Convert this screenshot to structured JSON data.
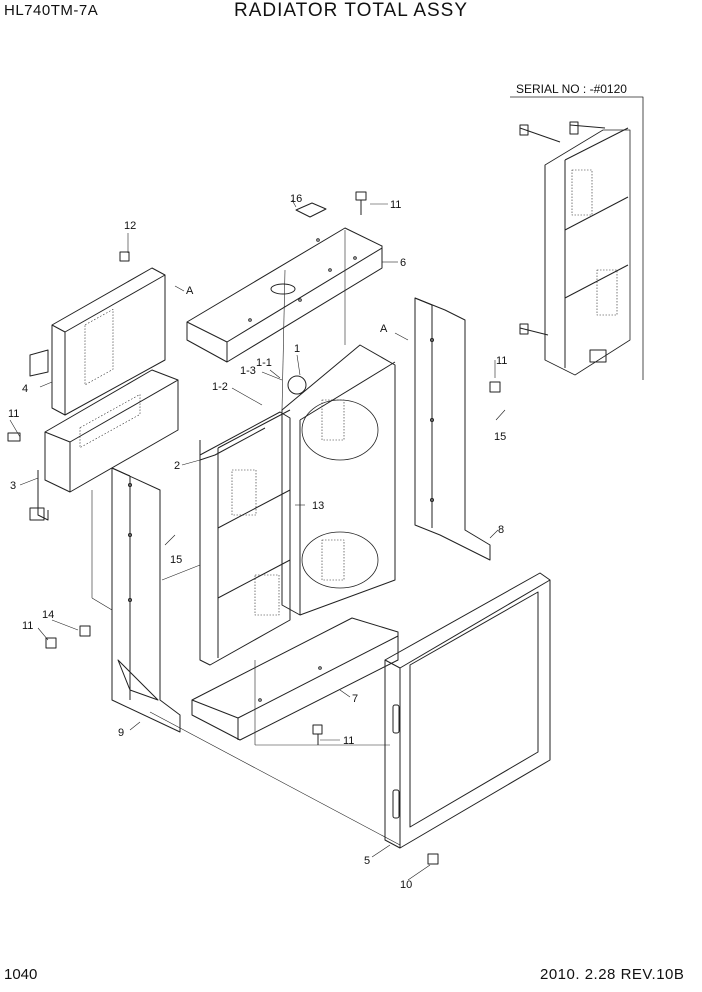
{
  "header": {
    "model": "HL740TM-7A",
    "title": "RADIATOR TOTAL ASSY"
  },
  "serial_note": "SERIAL NO : -#0120",
  "footer": {
    "page_number": "1040",
    "revision": "2010. 2.28  REV.10B"
  },
  "callouts": {
    "c1": "1",
    "c1_1": "1-1",
    "c1_2": "1-2",
    "c1_3": "1-3",
    "c2": "2",
    "c3": "3",
    "c4": "4",
    "c5": "5",
    "c6": "6",
    "c7": "7",
    "c8": "8",
    "c9": "9",
    "c10": "10",
    "c11_top": "11",
    "c11_left": "11",
    "c11_right": "11",
    "c11_lower_left": "11",
    "c11_bottom": "11",
    "c12": "12",
    "c13": "13",
    "c14": "14",
    "c15_left": "15",
    "c15_right": "15",
    "c16": "16",
    "ref_a_left": "A",
    "ref_a_right": "A"
  }
}
